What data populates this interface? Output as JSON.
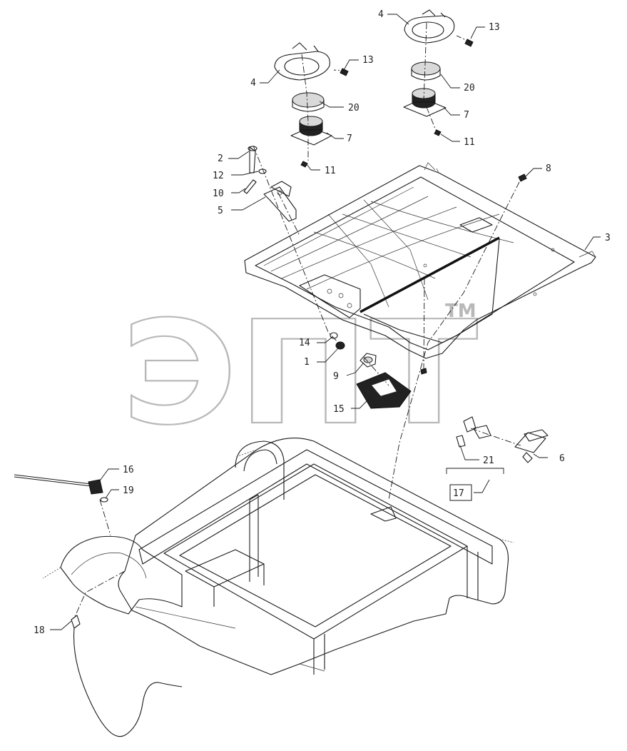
{
  "watermark": {
    "text": "ЭПТ",
    "trademark": "TM"
  },
  "callouts": [
    {
      "id": "c4a",
      "text": "4"
    },
    {
      "id": "c13a",
      "text": "13"
    },
    {
      "id": "c20a",
      "text": "20"
    },
    {
      "id": "c7a",
      "text": "7"
    },
    {
      "id": "c11a",
      "text": "11"
    },
    {
      "id": "c4b",
      "text": "4"
    },
    {
      "id": "c13b",
      "text": "13"
    },
    {
      "id": "c20b",
      "text": "20"
    },
    {
      "id": "c7b",
      "text": "7"
    },
    {
      "id": "c11b",
      "text": "11"
    },
    {
      "id": "c2",
      "text": "2"
    },
    {
      "id": "c12",
      "text": "12"
    },
    {
      "id": "c10",
      "text": "10"
    },
    {
      "id": "c5",
      "text": "5"
    },
    {
      "id": "c8",
      "text": "8"
    },
    {
      "id": "c3",
      "text": "3"
    },
    {
      "id": "c14",
      "text": "14"
    },
    {
      "id": "c1",
      "text": "1"
    },
    {
      "id": "c9",
      "text": "9"
    },
    {
      "id": "c15",
      "text": "15"
    },
    {
      "id": "c21",
      "text": "21"
    },
    {
      "id": "c6",
      "text": "6"
    },
    {
      "id": "c17",
      "text": "17"
    },
    {
      "id": "c16",
      "text": "16"
    },
    {
      "id": "c19",
      "text": "19"
    },
    {
      "id": "c18",
      "text": "18"
    }
  ]
}
